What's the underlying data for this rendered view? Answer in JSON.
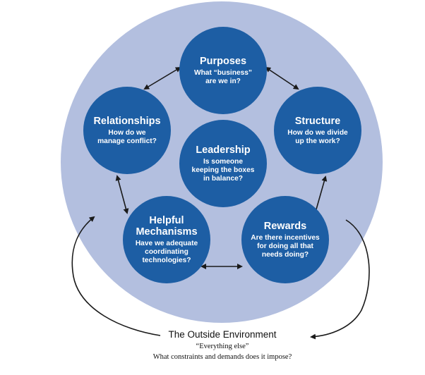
{
  "nodes": {
    "purposes": {
      "title": "Purposes",
      "sub": "What “business”\nare we in?"
    },
    "structure": {
      "title": "Structure",
      "sub": "How do we divide\nup the work?"
    },
    "rewards": {
      "title": "Rewards",
      "sub": "Are there incentives\nfor doing all that\nneeds doing?"
    },
    "mechanisms": {
      "title": "Helpful\nMechanisms",
      "sub": "Have we adequate\ncoordinating\ntechnologies?"
    },
    "relationships": {
      "title": "Relationships",
      "sub": "How do we\nmanage conflict?"
    },
    "leadership": {
      "title": "Leadership",
      "sub": "Is someone\nkeeping the boxes\nin balance?"
    }
  },
  "environment": {
    "title": "The Outside Environment",
    "quote": "“Everything else”",
    "question": "What constraints and demands does it impose?"
  },
  "colors": {
    "background_circle": "#b3bfdf",
    "node": "#1d5ea4",
    "node_text": "#ffffff",
    "arrow": "#1a1a1a"
  }
}
